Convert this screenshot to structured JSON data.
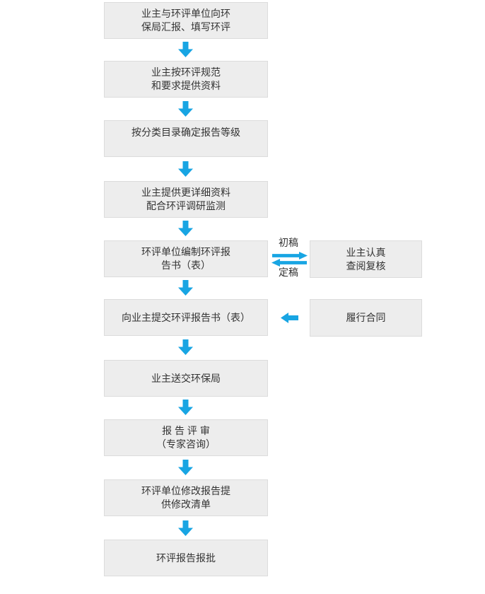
{
  "colors": {
    "background": "#ffffff",
    "box_fill": "#ededed",
    "box_border": "#dcdcdc",
    "arrow_blue": "#18a5e3",
    "text": "#333333"
  },
  "flow": {
    "steps": [
      {
        "label": "业主与环评单位向环\n保局汇报、填写环评"
      },
      {
        "label": "业主按环评规范\n和要求提供资料"
      },
      {
        "label": "按分类目录确定报告等级"
      },
      {
        "label": "业主提供更详细资料\n配合环评调研监测"
      },
      {
        "label": "环评单位编制环评报\n告书（表）"
      },
      {
        "label": "向业主提交环评报告书（表）"
      },
      {
        "label": "业主送交环保局"
      },
      {
        "label": "报 告 评 审\n（专家咨询）"
      },
      {
        "label": "环评单位修改报告提\n供修改清单"
      },
      {
        "label": "环评报告报批"
      }
    ],
    "side_boxes": [
      {
        "label": "业主认真\n查阅复核"
      },
      {
        "label": "履行合同"
      }
    ],
    "exchange_labels": {
      "top": "初稿",
      "bottom": "定稿"
    }
  }
}
